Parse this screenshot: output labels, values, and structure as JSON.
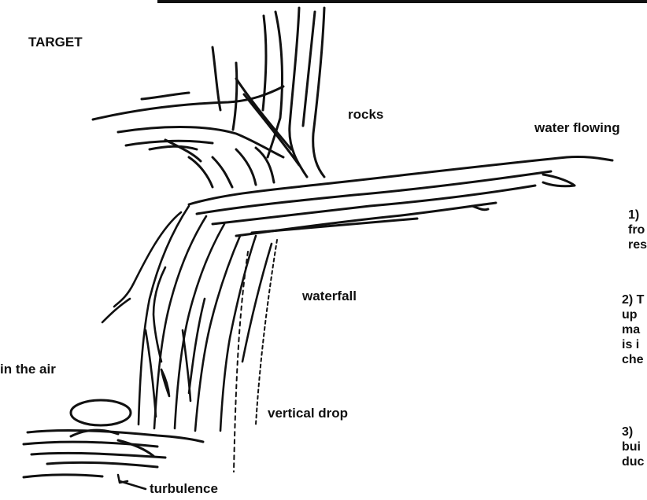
{
  "labels": {
    "target": "TARGET",
    "rocks": "rocks",
    "water_flowing": "water flowing",
    "waterfall": "waterfall",
    "in_the_air": "in the air",
    "vertical_drop": "vertical drop",
    "turbulence": "turbulence"
  },
  "side_text": {
    "item1": [
      "1)",
      "fro",
      "res"
    ],
    "item2": [
      "2) T",
      "up",
      "ma",
      "is i",
      "che"
    ],
    "item3": [
      "3)",
      "bui",
      "duc"
    ]
  },
  "colors": {
    "ink": "#111111",
    "paper": "#ffffff"
  }
}
